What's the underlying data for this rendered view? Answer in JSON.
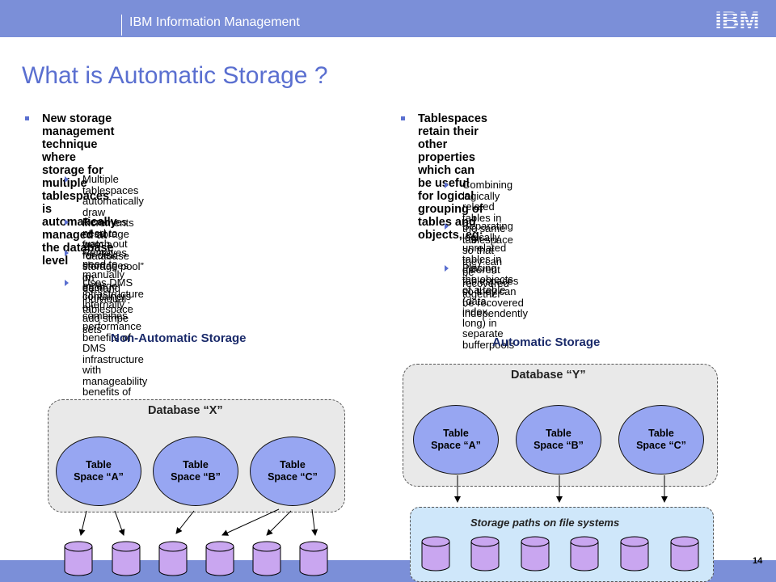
{
  "header": {
    "product": "IBM Information Management",
    "logo_text": "IBM"
  },
  "title": "What is Automatic Storage ?",
  "left_column": {
    "bullet": [
      "New storage management technique where",
      "storage for multiple tablespaces is",
      "automatically managed at the database level"
    ],
    "sub_items": [
      [
        "Multiple tablespaces automatically draw increments",
        "of storage from a “database storage pool” on",
        "demand"
      ],
      [
        "Removes need to watch out for disk shortages in",
        "each individual tablespace"
      ],
      [
        "Removes need to manually enlarge containers or",
        "add stripe sets"
      ],
      [
        "Uses DMS infrastructure internally : combines",
        "performance benefits of DMS infrastructure with",
        "manageability benefits of SMS"
      ]
    ]
  },
  "right_column": {
    "bullet": [
      "Tablespaces retain their other properties",
      "which can be useful for logical grouping of",
      "tables and objects, eg:"
    ],
    "sub_items": [
      [
        "Combining logically related tables in the same",
        "tablespace so that they can be recovered",
        "together"
      ],
      [
        "Separating logically unrelated tables in different",
        "tablespaces so they can be recovered",
        "independently"
      ],
      [
        "Placing the objects of a table (data,  index, long) in",
        "separate bufferpools"
      ]
    ]
  },
  "non_automatic": {
    "section_title": "Non-Automatic Storage",
    "database_label": "Database “X”",
    "tablespaces": [
      {
        "line1": "Table",
        "line2": "Space “A”"
      },
      {
        "line1": "Table",
        "line2": "Space “B”"
      },
      {
        "line1": "Table",
        "line2": "Space “C”"
      }
    ]
  },
  "automatic": {
    "section_title": "Automatic Storage",
    "database_label": "Database “Y”",
    "tablespaces": [
      {
        "line1": "Table",
        "line2": "Space “A”"
      },
      {
        "line1": "Table",
        "line2": "Space “B”"
      },
      {
        "line1": "Table",
        "line2": "Space “C”"
      }
    ],
    "storage_label": "Storage paths on file systems"
  },
  "colors": {
    "header_bar": "#7b8fd8",
    "title": "#5a6fd0",
    "tablespace_fill": "#97a6f2",
    "disk_fill": "#c9a6f0",
    "storage_fill": "#cfe7fa"
  },
  "footer": {
    "page_number": "14"
  }
}
